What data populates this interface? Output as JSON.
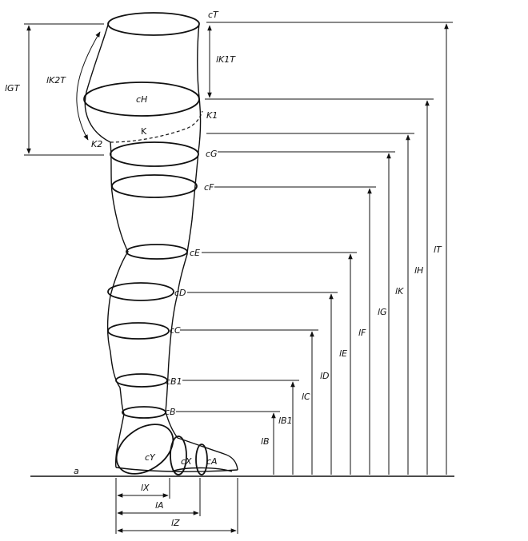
{
  "labels": {
    "cT": "cT",
    "cH": "cH",
    "cG": "cG",
    "cF": "cF",
    "cE": "cE",
    "cD": "cD",
    "cC": "cC",
    "cB1": "cB1",
    "cB": "cB",
    "cY": "cY",
    "cX": "cX",
    "cA": "cA",
    "K1": "K1",
    "K2": "K2",
    "K": "K",
    "lGT": "lGT",
    "lK2T": "lK2T",
    "lK1T": "lK1T",
    "lT": "lT",
    "lH": "lH",
    "lK": "lK",
    "lG": "lG",
    "lF": "lF",
    "lE": "lE",
    "lD": "lD",
    "lC": "lC",
    "lB1": "lB1",
    "lB": "lB",
    "lX": "lX",
    "lA": "lA",
    "lZ": "lZ",
    "a": "a"
  }
}
